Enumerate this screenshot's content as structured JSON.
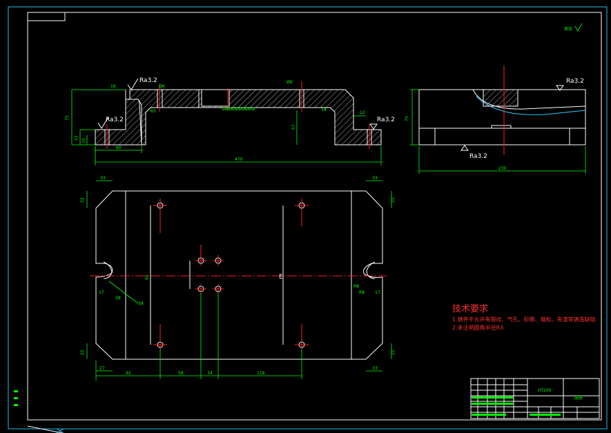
{
  "roughness": {
    "label_main": "Ra3.2",
    "label_top_left": "Ra3.2",
    "label_left": "Ra3.2",
    "label_right": "Ra3.2",
    "label_side_top": "Ra3.2",
    "label_side_bottom": "Ra3.2",
    "corner_label": "其余"
  },
  "dims": {
    "overall_length": "470",
    "left_step": "60",
    "side_width": "230",
    "height_front": "75",
    "height_side": "75",
    "h22": "22",
    "h10": "10",
    "h57": "57",
    "h12": "12",
    "h16": "16",
    "h18": "18",
    "h65": "65",
    "top_33a": "33",
    "top_33b": "33",
    "left_22a": "22",
    "left_22b": "22",
    "right_22a": "22",
    "right_22b": "22",
    "bot_27": "27",
    "bot_33": "33",
    "plan_95": "95",
    "plan_E": "E",
    "r_17a": "17",
    "r_17b": "17",
    "r_28": "28",
    "r_38": "38",
    "r_R8a": "R8",
    "r_R8b": "R8",
    "chain_1": "92",
    "chain_2": "58",
    "chain_3": "34",
    "chain_4": "118"
  },
  "notes": {
    "title": "技术要求",
    "line1": "1.铸件不允许有裂纹、气孔、砂眼、缩松、夹渣等铸造缺陷",
    "line2": "2.未注明圆角半径R3"
  },
  "title_block": {
    "material": "HT200",
    "part_name": "底座"
  },
  "colors": {
    "background": "#000000",
    "outline": "#ffffff",
    "dimension": "#00ff00",
    "centerline": "#ff2020",
    "frame": "#33ccff"
  }
}
